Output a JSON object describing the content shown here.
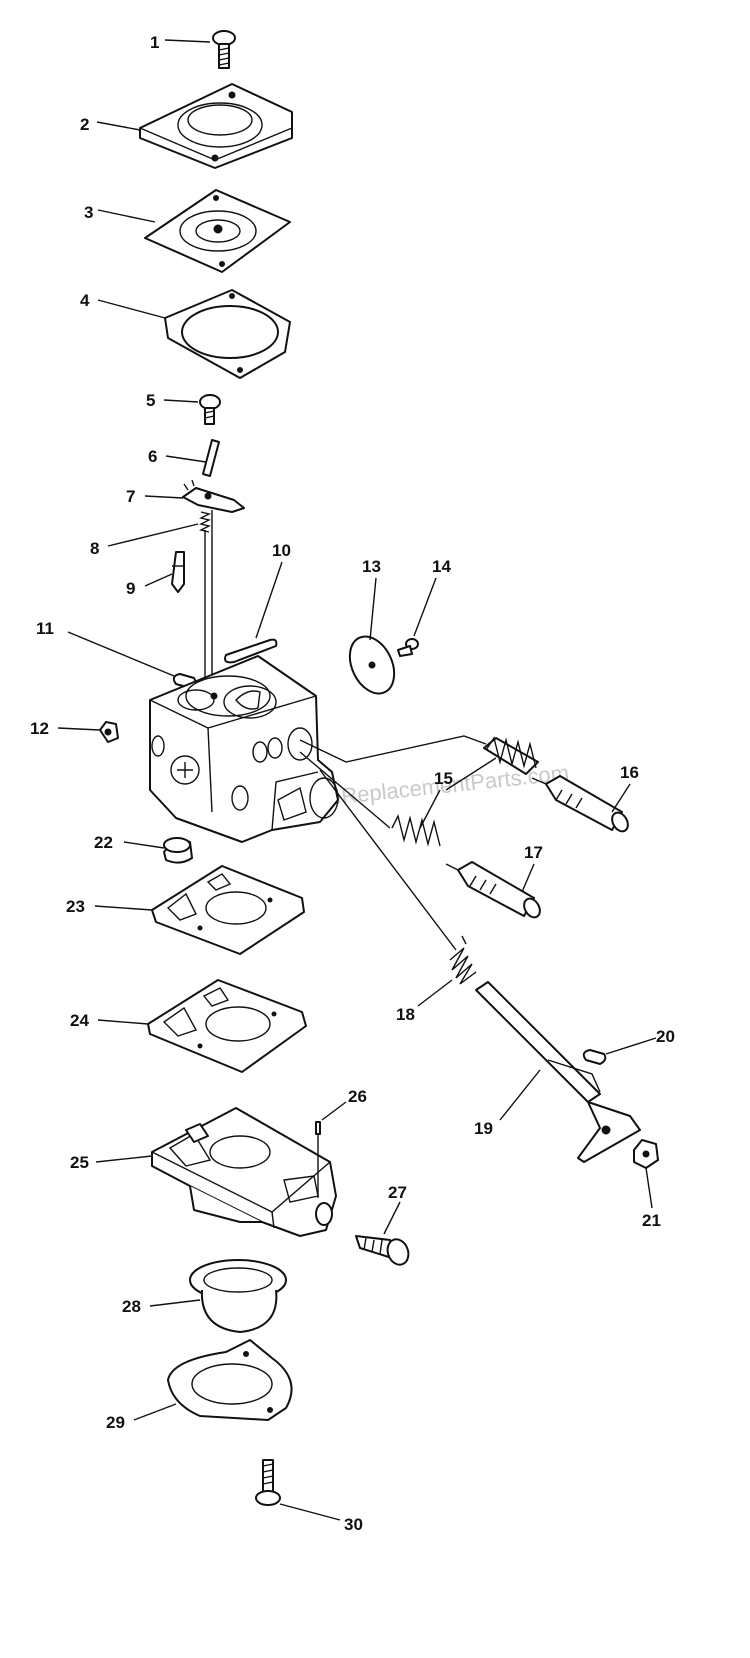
{
  "watermark": "eReplacementParts.com",
  "callouts": [
    "1",
    "2",
    "3",
    "4",
    "5",
    "6",
    "7",
    "8",
    "9",
    "10",
    "11",
    "12",
    "13",
    "14",
    "15",
    "16",
    "17",
    "18",
    "19",
    "20",
    "21",
    "22",
    "23",
    "24",
    "25",
    "26",
    "27",
    "28",
    "29",
    "30"
  ]
}
